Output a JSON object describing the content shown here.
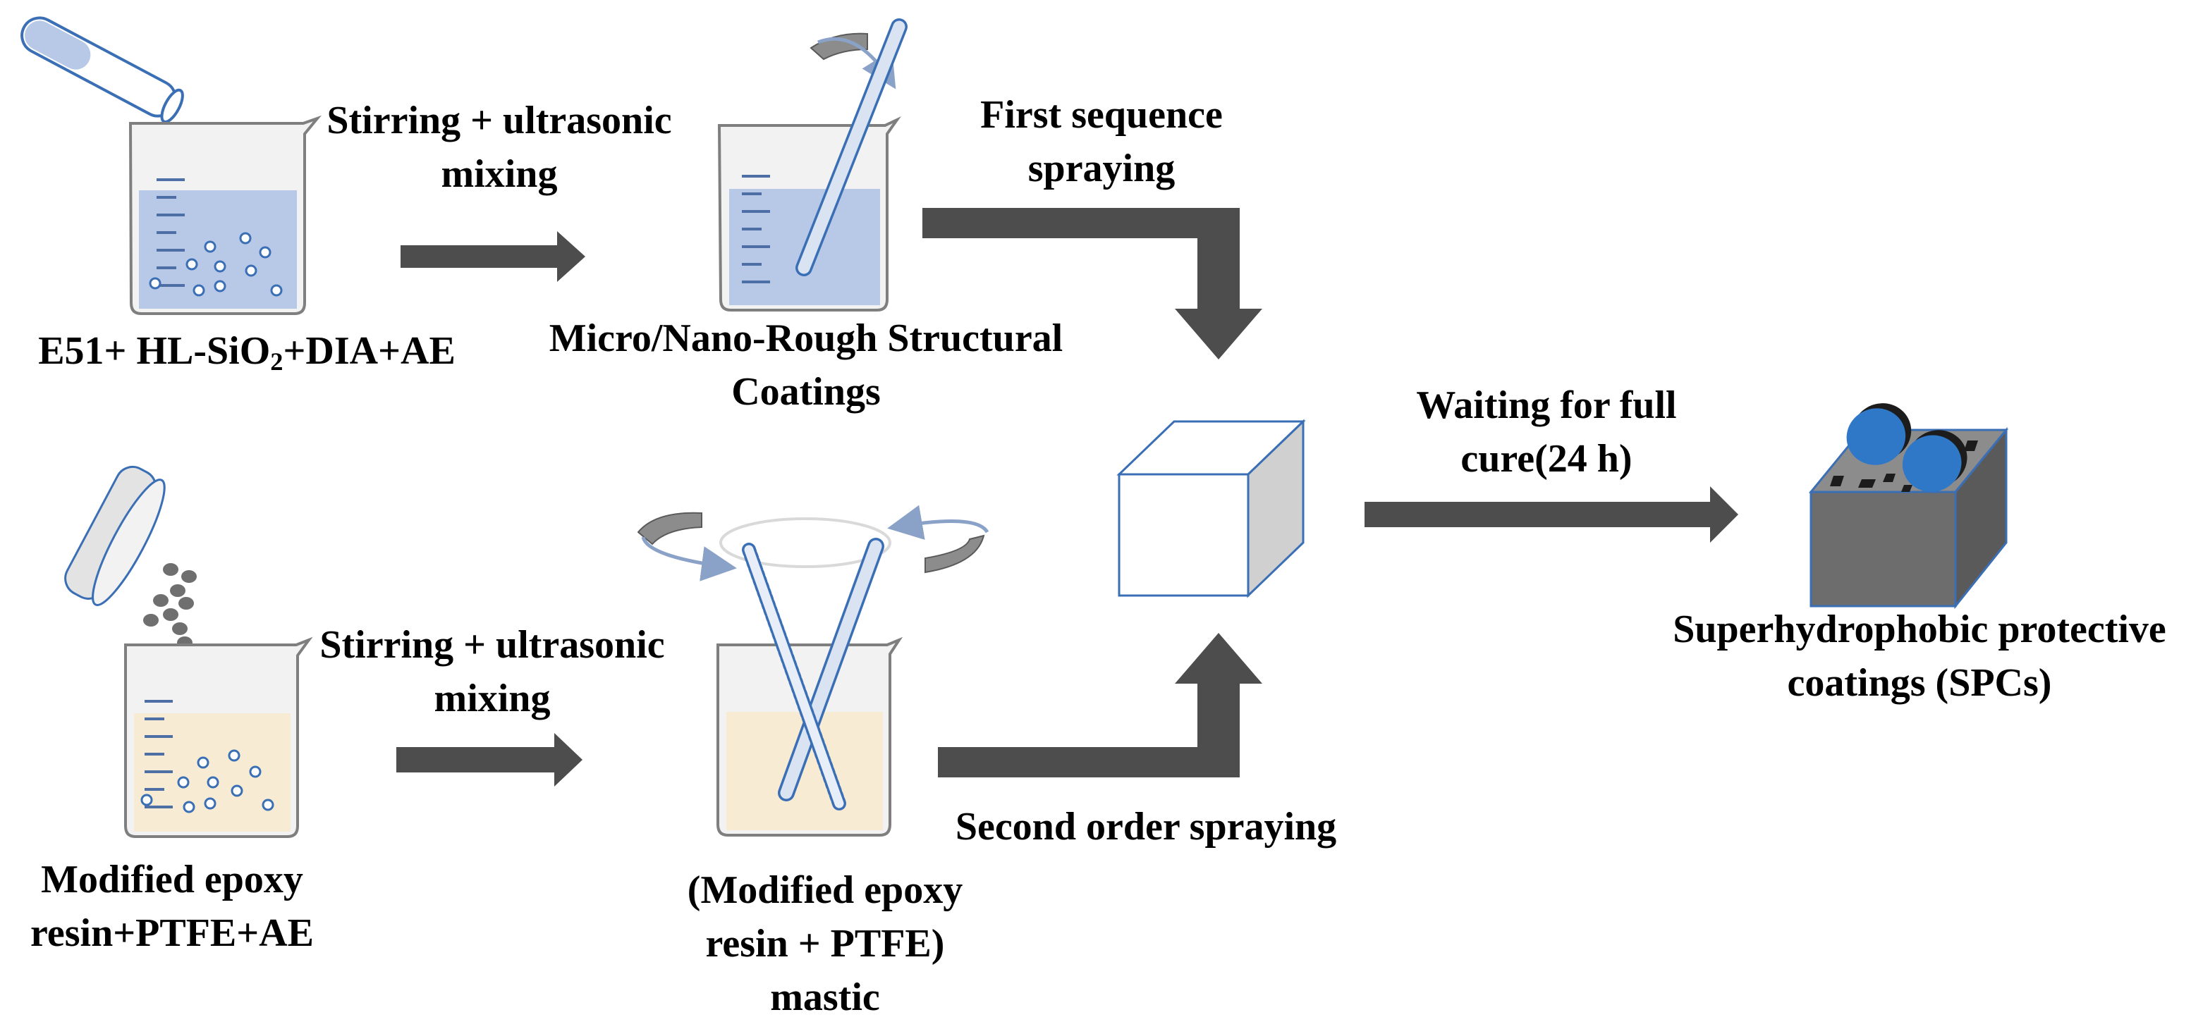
{
  "colors": {
    "arrow": "#4d4d4d",
    "beaker_outline": "#7f7f7f",
    "blue_liquid": "#b7c9e6",
    "cream_liquid": "#f7ebd4",
    "outline_blue": "#3b6fb5",
    "cube_side": "#d0d0d0",
    "block_top": "#8c8c8c",
    "block_front": "#6d6d6d",
    "block_side": "#5a5a5a",
    "cylinder_blue": "#2f78c8",
    "cylinder_dark": "#1c1c1c"
  },
  "labels": {
    "top_step1": [
      "Stirring + ultrasonic",
      "mixing"
    ],
    "top_step2": [
      "First sequence",
      "spraying"
    ],
    "top_material": {
      "prefix": "E51+ HL-SiO",
      "sub": "2",
      "suffix": "+DIA+AE"
    },
    "top_intermediate": [
      "Micro/Nano-Rough Structural",
      "Coatings"
    ],
    "cure_step": [
      "Waiting for full",
      "cure(24 h)"
    ],
    "product": [
      "Superhydrophobic protective",
      "coatings (SPCs)"
    ],
    "bottom_step1": [
      "Stirring + ultrasonic",
      "mixing"
    ],
    "bottom_step2": [
      "Second order spraying"
    ],
    "bottom_material": [
      "Modified epoxy",
      "resin+PTFE+AE"
    ],
    "bottom_intermediate": [
      "(Modified epoxy",
      "resin + PTFE)",
      "mastic"
    ]
  },
  "icons": [
    "test-tube-icon",
    "beaker-blue-icon",
    "stir-arrow-icon",
    "glass-rod-icon",
    "dish-lid-icon",
    "powder-particles-icon",
    "beaker-cream-icon",
    "substrate-cube-icon",
    "coated-block-icon",
    "arrow-icon"
  ]
}
